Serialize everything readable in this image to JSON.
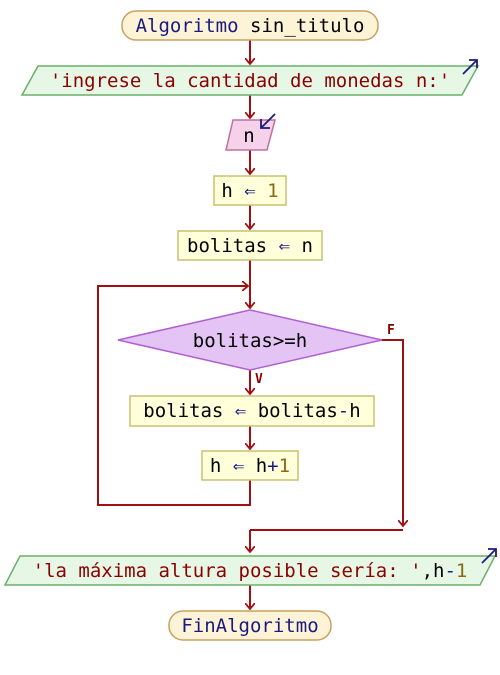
{
  "algorithm": {
    "start": {
      "keyword": "Algoritmo",
      "name": "sin_titulo"
    },
    "end": {
      "keyword": "FinAlgoritmo"
    }
  },
  "steps": {
    "write1": {
      "text": "'ingrese la cantidad de monedas n:'"
    },
    "read1": {
      "var": "n"
    },
    "assign1": {
      "target": "h",
      "arrow": "⇐",
      "value": "1"
    },
    "assign2": {
      "target": "bolitas",
      "arrow": "⇐",
      "value": "n"
    },
    "loop": {
      "condition": "bolitas>=h",
      "true_label": "V",
      "false_label": "F",
      "body1": {
        "target": "bolitas",
        "arrow": "⇐",
        "left": "bolitas",
        "op": "-",
        "right": "h"
      },
      "body2": {
        "target": "h",
        "arrow": "⇐",
        "left": "h",
        "op": "+",
        "right": "1"
      }
    },
    "write2": {
      "text": "'la máxima altura posible sería: '",
      "sep": ",",
      "expr_var": "h",
      "expr_op": "-",
      "expr_num": "1"
    }
  },
  "colors": {
    "flow_line": "#a01010",
    "terminal_fill": "#fdf3d6",
    "terminal_border": "#c8a060",
    "io_fill": "#e6f7e6",
    "io_border": "#6ab06a",
    "read_fill": "#f5d2ea",
    "read_border": "#c070a0",
    "process_fill": "#ffffd9",
    "process_border": "#c8c070",
    "decision_fill": "#e4c4f4",
    "decision_border": "#b060d0",
    "io_arrow": "#1a1a80"
  }
}
